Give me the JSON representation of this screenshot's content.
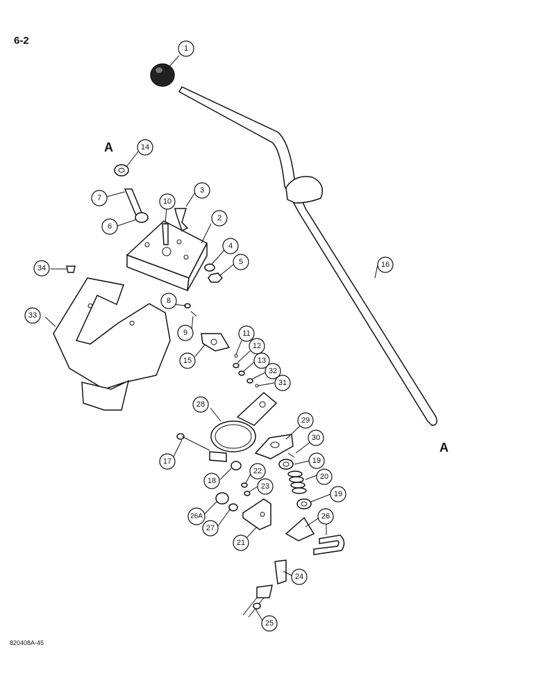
{
  "page": {
    "number": "6-2",
    "part_number": "820408A-45"
  },
  "reference_letters": [
    "A",
    "A"
  ],
  "callouts": [
    "1",
    "2",
    "3",
    "4",
    "5",
    "6",
    "7",
    "8",
    "9",
    "10",
    "11",
    "12",
    "13",
    "14",
    "15",
    "16",
    "17",
    "18",
    "19",
    "19",
    "20",
    "21",
    "22",
    "23",
    "24",
    "25",
    "26",
    "26A",
    "27",
    "28",
    "29",
    "30",
    "31",
    "32",
    "33",
    "34"
  ]
}
